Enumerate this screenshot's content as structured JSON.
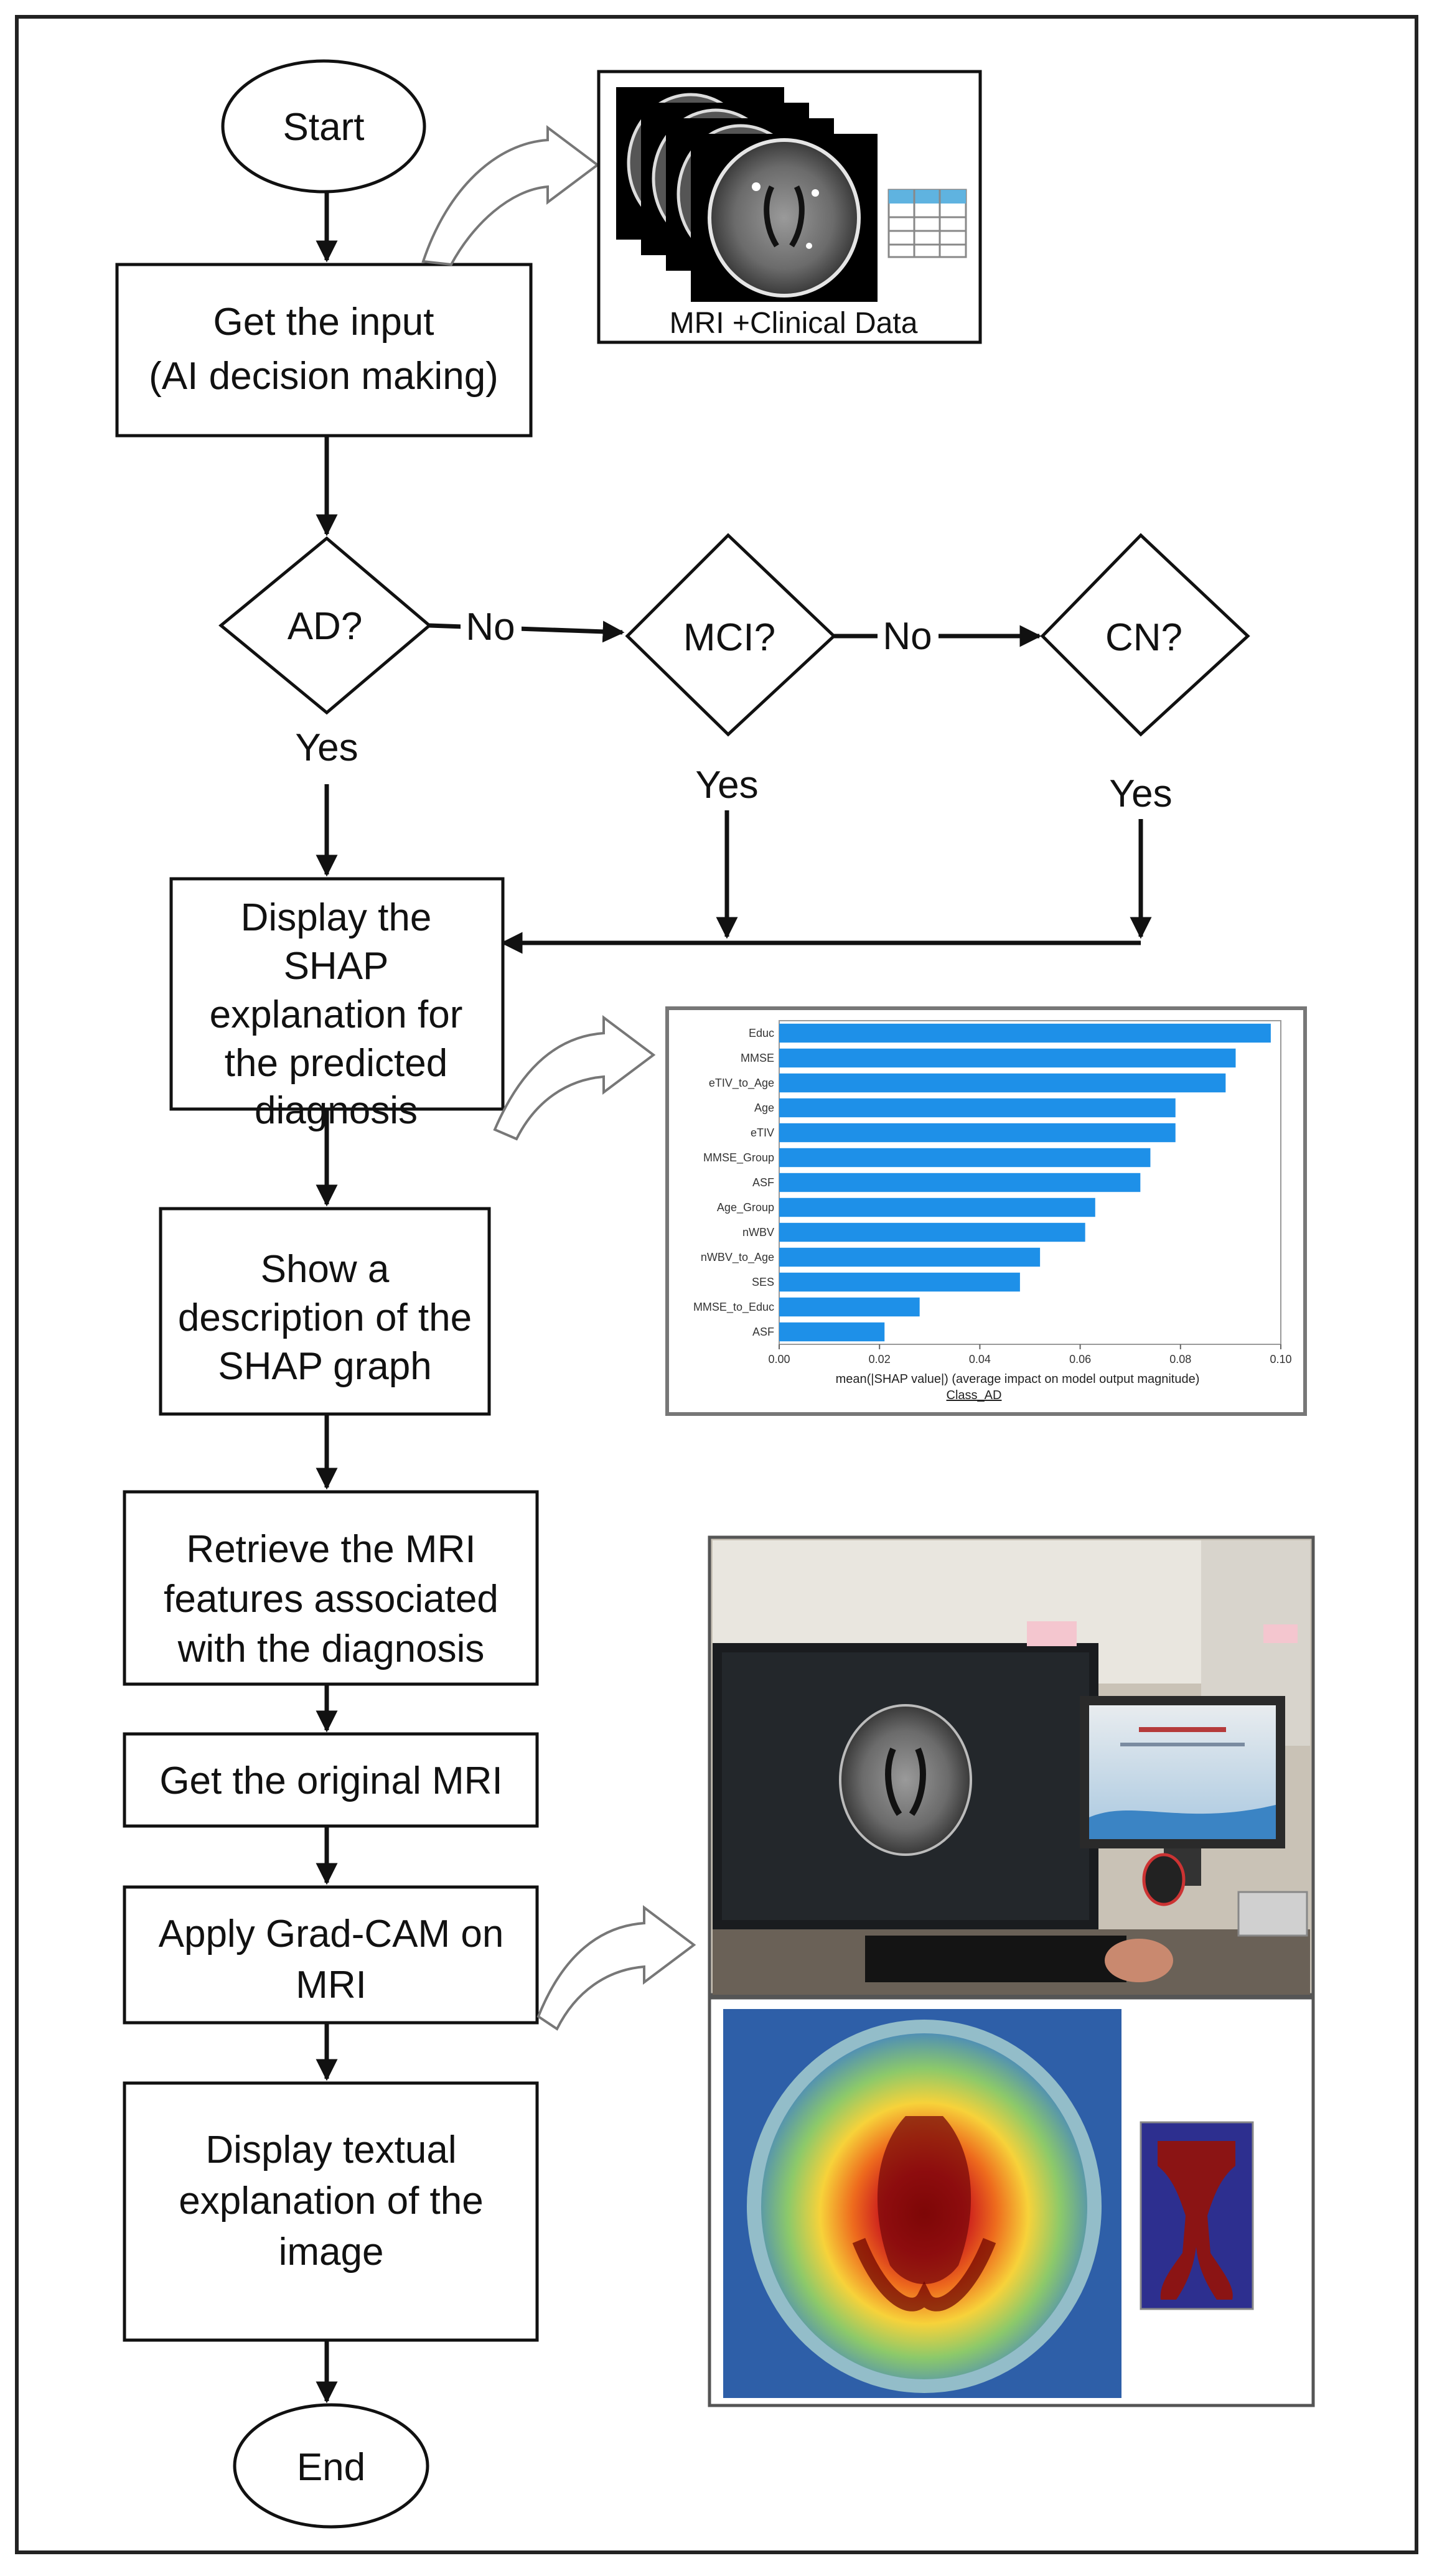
{
  "nodes": {
    "start": "Start",
    "input": [
      "Get the input",
      "(AI decision making)"
    ],
    "ad": "AD?",
    "mci": "MCI?",
    "cn": "CN?",
    "shap_explain": [
      "Display the",
      "SHAP",
      "explanation for",
      "the predicted",
      "diagnosis"
    ],
    "shap_desc": [
      "Show a",
      "description of the",
      "SHAP graph"
    ],
    "retrieve": [
      "Retrieve the MRI",
      "features associated",
      "with the diagnosis"
    ],
    "original": "Get the original MRI",
    "gradcam": [
      "Apply Grad-CAM on",
      "MRI"
    ],
    "textual": [
      "Display textual",
      "explanation of the",
      "image"
    ],
    "end": "End"
  },
  "edges": {
    "no1": "No",
    "no2": "No",
    "yes_ad": "Yes",
    "yes_mci": "Yes",
    "yes_cn": "Yes"
  },
  "mri_panel": {
    "caption": "MRI +Clinical Data"
  },
  "chart_data": {
    "type": "bar",
    "orientation": "horizontal",
    "categories": [
      "Educ",
      "MMSE",
      "eTIV_to_Age",
      "Age",
      "eTIV",
      "MMSE_Group",
      "ASF",
      "Age_Group",
      "nWBV",
      "nWBV_to_Age",
      "SES",
      "MMSE_to_Educ",
      "ASF"
    ],
    "values": [
      0.098,
      0.091,
      0.089,
      0.079,
      0.079,
      0.074,
      0.072,
      0.063,
      0.061,
      0.052,
      0.048,
      0.028,
      0.021
    ],
    "xticks": [
      "0.00",
      "0.02",
      "0.04",
      "0.06",
      "0.08",
      "0.10"
    ],
    "xlim": [
      0,
      0.1
    ],
    "xlabel": "mean(|SHAP value|) (average impact on model output magnitude)",
    "legend": "Class_AD",
    "bar_color": "#1e90e8"
  },
  "colors": {
    "line": "#111111",
    "panel_border": "#777777"
  }
}
